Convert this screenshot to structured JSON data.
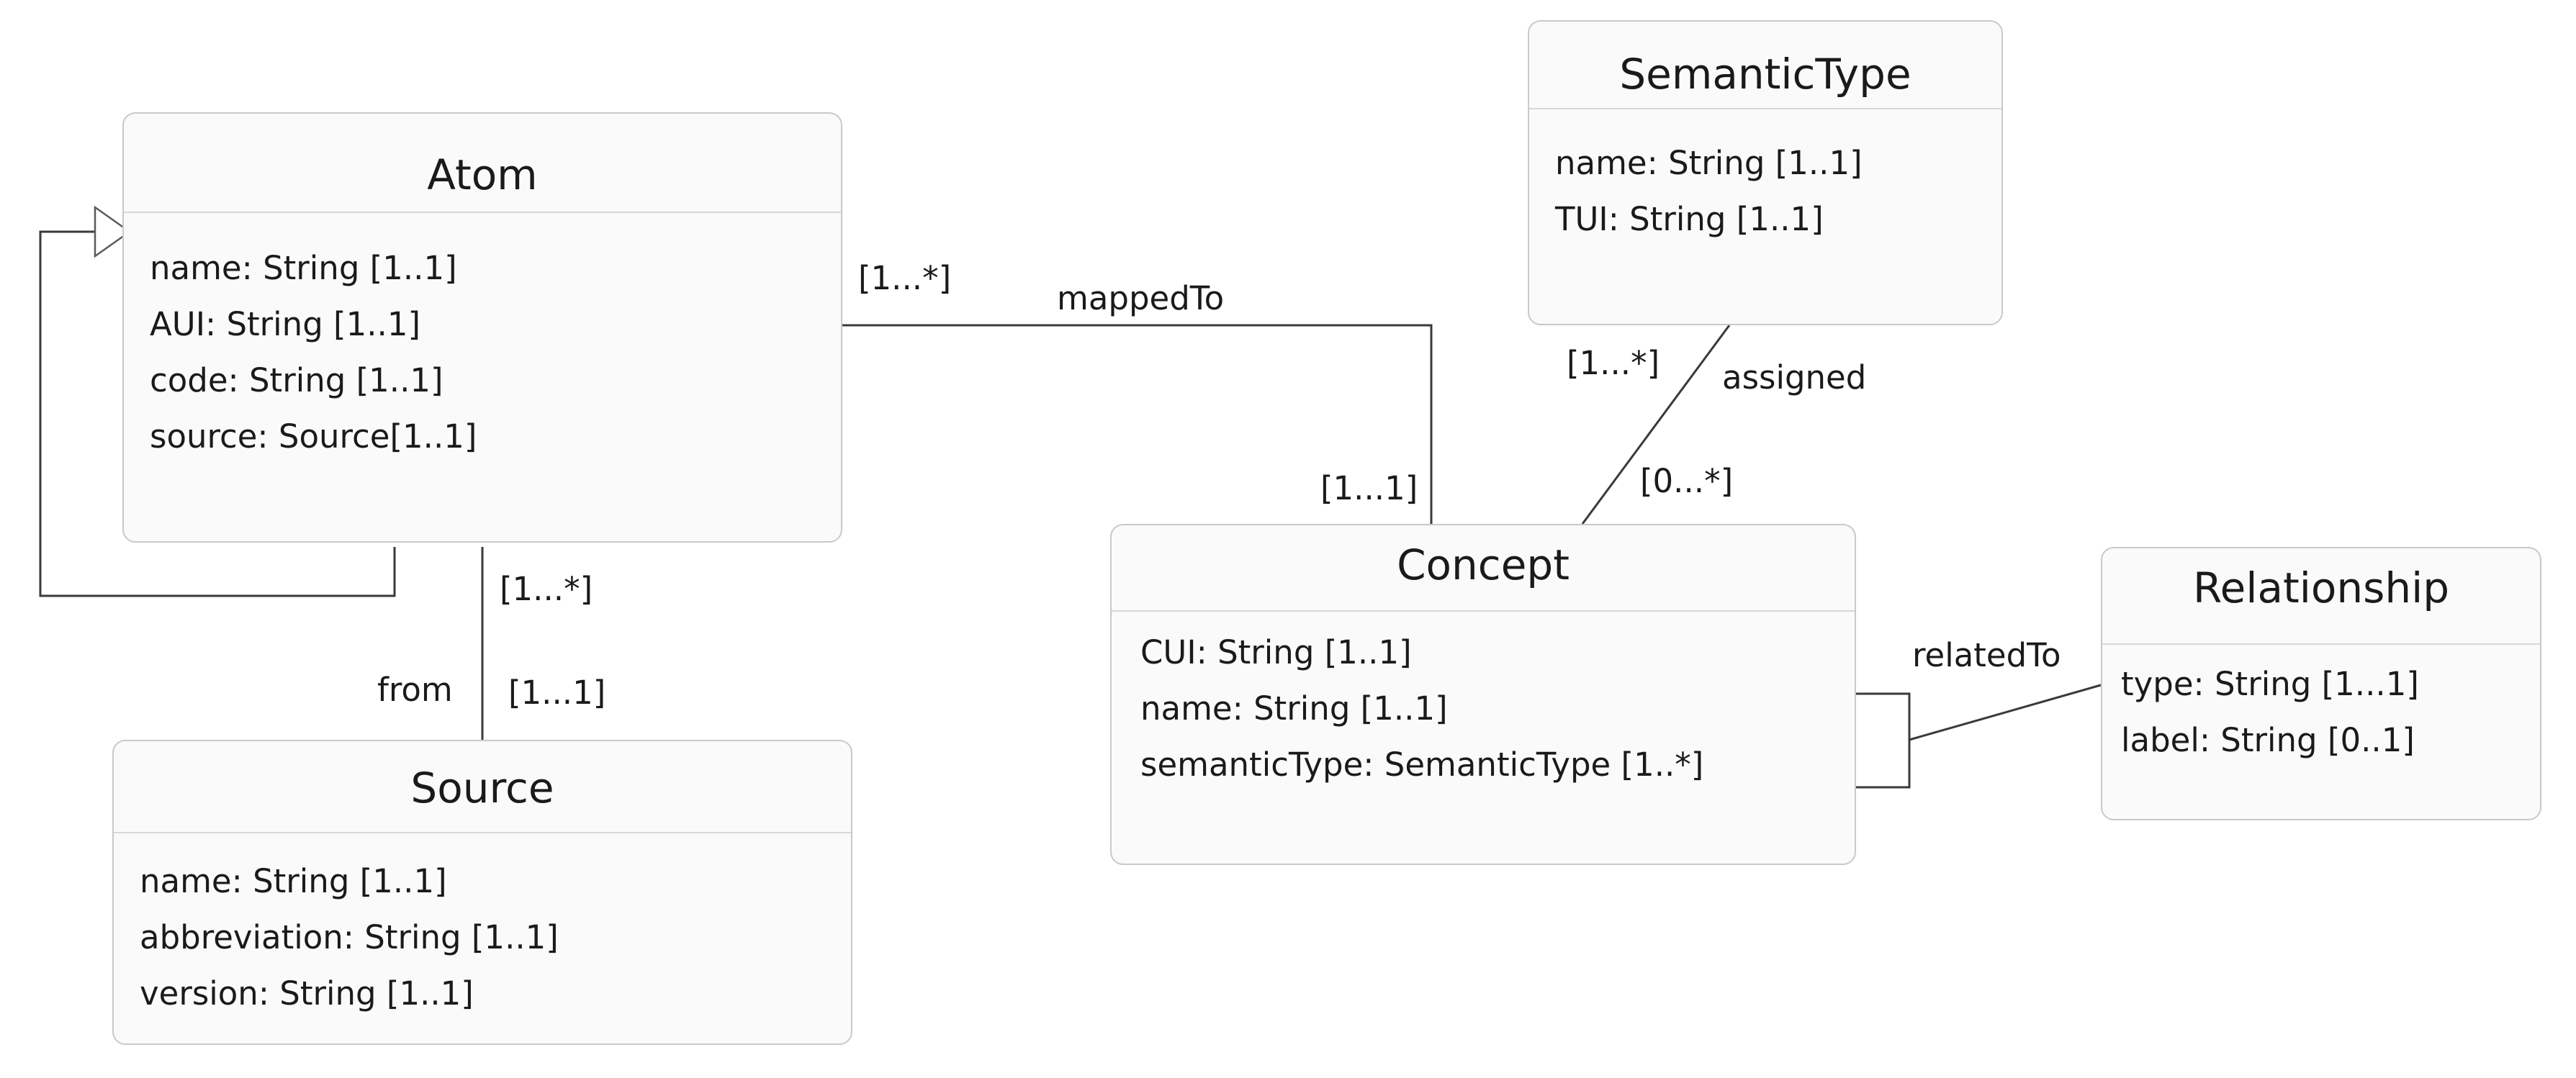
{
  "classes": {
    "atom": {
      "name": "Atom",
      "attributes": [
        "name: String [1..1]",
        "AUI: String [1..1]",
        "code: String [1..1]",
        "source: Source[1..1]"
      ]
    },
    "source": {
      "name": "Source",
      "attributes": [
        "name: String [1..1]",
        "abbreviation: String [1..1]",
        "version: String [1..1]"
      ]
    },
    "semantic_type": {
      "name": "SemanticType",
      "attributes": [
        "name: String [1..1]",
        "TUI: String [1..1]"
      ]
    },
    "concept": {
      "name": "Concept",
      "attributes": [
        "CUI: String [1..1]",
        "name: String [1..1]",
        "semanticType: SemanticType [1..*]"
      ]
    },
    "relationship": {
      "name": "Relationship",
      "attributes": [
        "type: String [1...1]",
        "label: String [0..1]"
      ]
    }
  },
  "associations": {
    "atom_concept": {
      "label": "mappedTo",
      "atom_multiplicity": "[1...*]",
      "concept_multiplicity": "[1...1]"
    },
    "atom_source": {
      "label": "from",
      "atom_multiplicity": "[1...*]",
      "source_multiplicity": "[1...1]"
    },
    "semantictype_concept": {
      "label": "assigned",
      "semantictype_multiplicity": "[1...*]",
      "concept_multiplicity": "[0...*]"
    },
    "concept_relationship": {
      "label": "relatedTo"
    }
  }
}
